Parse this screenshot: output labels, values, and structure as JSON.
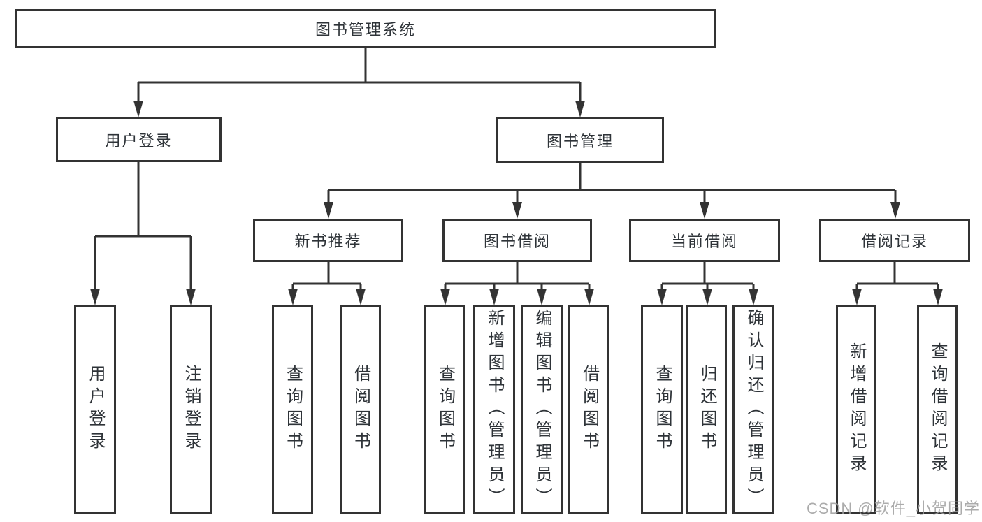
{
  "diagram": {
    "root": {
      "label": "图书管理系统"
    },
    "user_login": {
      "label": "用户登录",
      "children": [
        {
          "label": "用户登录"
        },
        {
          "label": "注销登录"
        }
      ]
    },
    "book_management": {
      "label": "图书管理",
      "groups": [
        {
          "label": "新书推荐",
          "children": [
            {
              "label": "查询图书"
            },
            {
              "label": "借阅图书"
            }
          ]
        },
        {
          "label": "图书借阅",
          "children": [
            {
              "label": "查询图书"
            },
            {
              "label": "新增图书（管理员）"
            },
            {
              "label": "编辑图书（管理员）"
            },
            {
              "label": "借阅图书"
            }
          ]
        },
        {
          "label": "当前借阅",
          "children": [
            {
              "label": "查询图书"
            },
            {
              "label": "归还图书"
            },
            {
              "label": "确认归还（管理员）"
            }
          ]
        },
        {
          "label": "借阅记录",
          "children": [
            {
              "label": "新增借阅记录"
            },
            {
              "label": "查询借阅记录"
            }
          ]
        }
      ]
    }
  },
  "watermark": {
    "text": "CSDN @软件_小贺同学"
  },
  "colors": {
    "line": "#333333",
    "text": "#2e3338",
    "box_bg": "#ffffff",
    "watermark": "#9e9e9e"
  }
}
